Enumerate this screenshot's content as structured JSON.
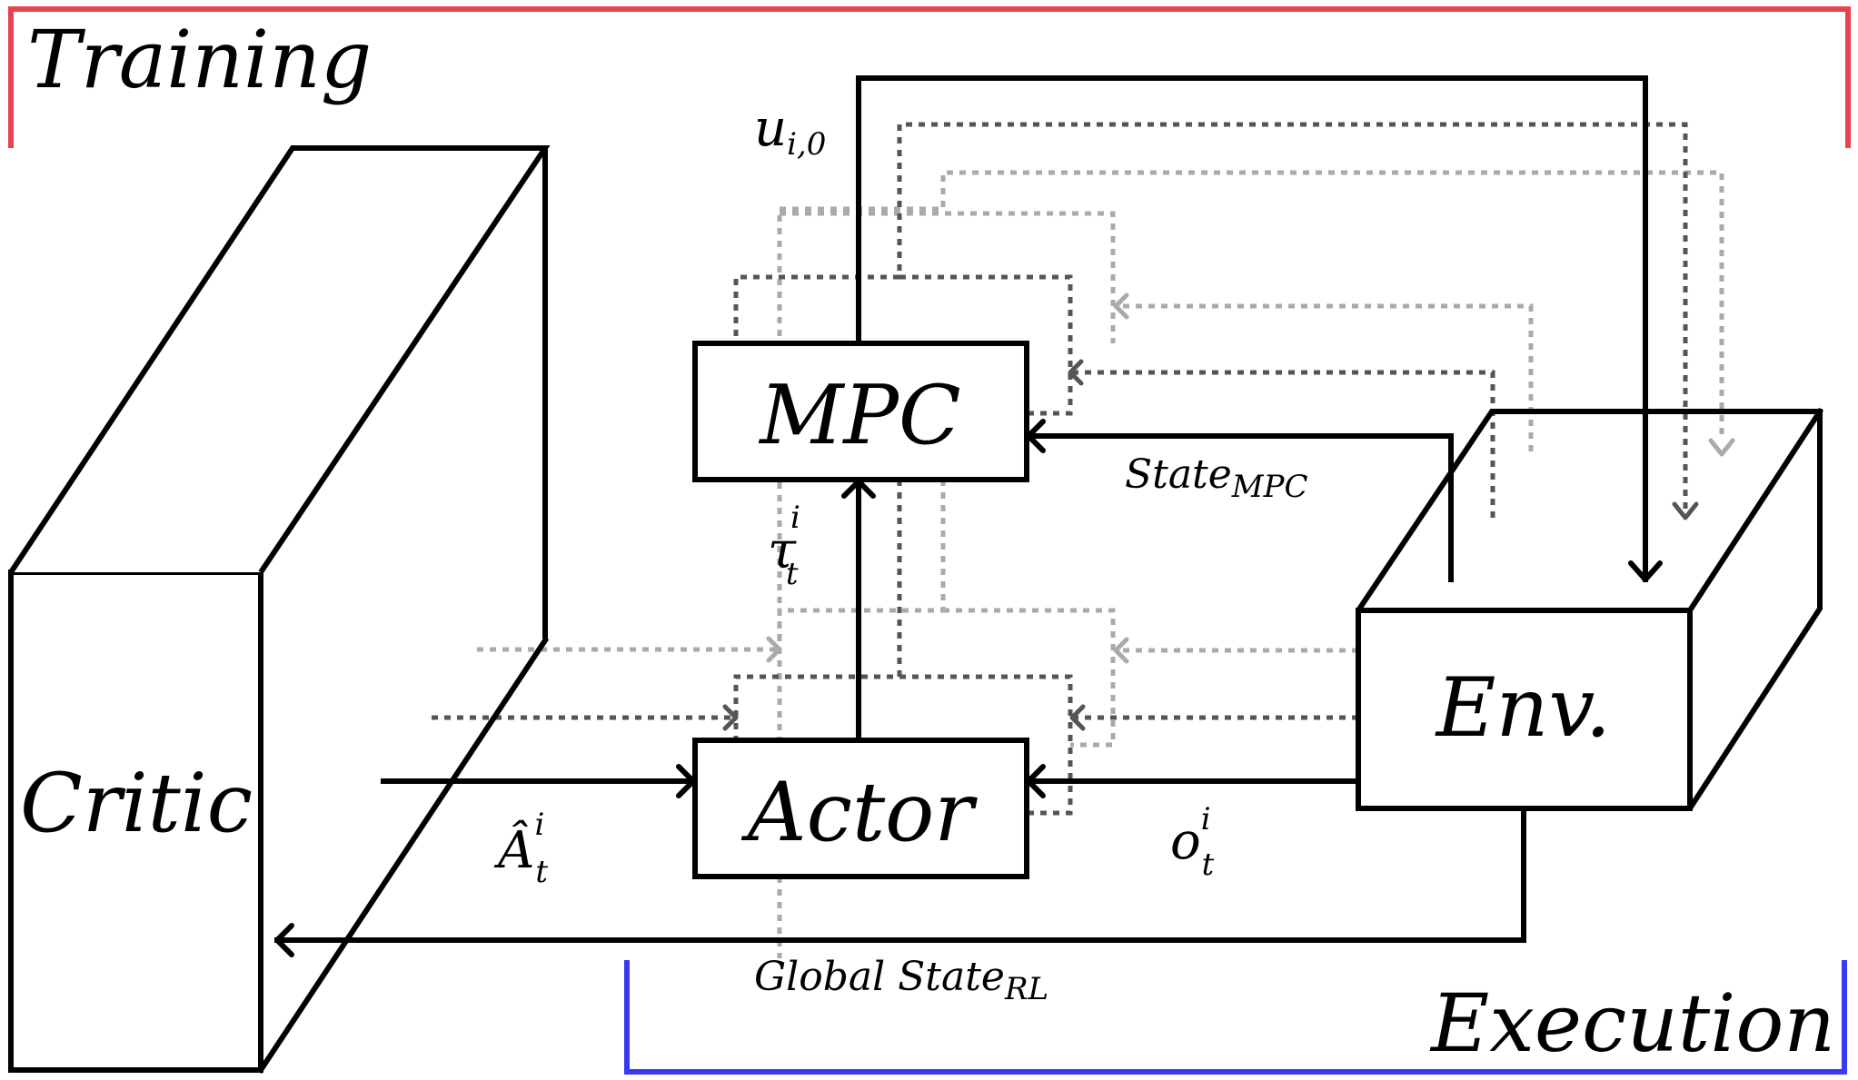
{
  "sections": {
    "training": "Training",
    "execution": "Execution"
  },
  "colors": {
    "training": "#e8434c",
    "execution": "#3a3aee"
  },
  "blocks": {
    "critic": "Critic",
    "mpc": "MPC",
    "actor": "Actor",
    "env": "Env."
  },
  "signals": {
    "u_main": "u",
    "u_sub": "i,0",
    "tau_main": "τ",
    "tau_sub": "t",
    "tau_sup": "i",
    "state_mpc_main": "State",
    "state_mpc_sub": "MPC",
    "a_main": "Â",
    "a_sub": "t",
    "a_sup": "i",
    "o_main": "o",
    "o_sub": "t",
    "o_sup": "i",
    "global_main": "Global State",
    "global_sub": "RL"
  }
}
